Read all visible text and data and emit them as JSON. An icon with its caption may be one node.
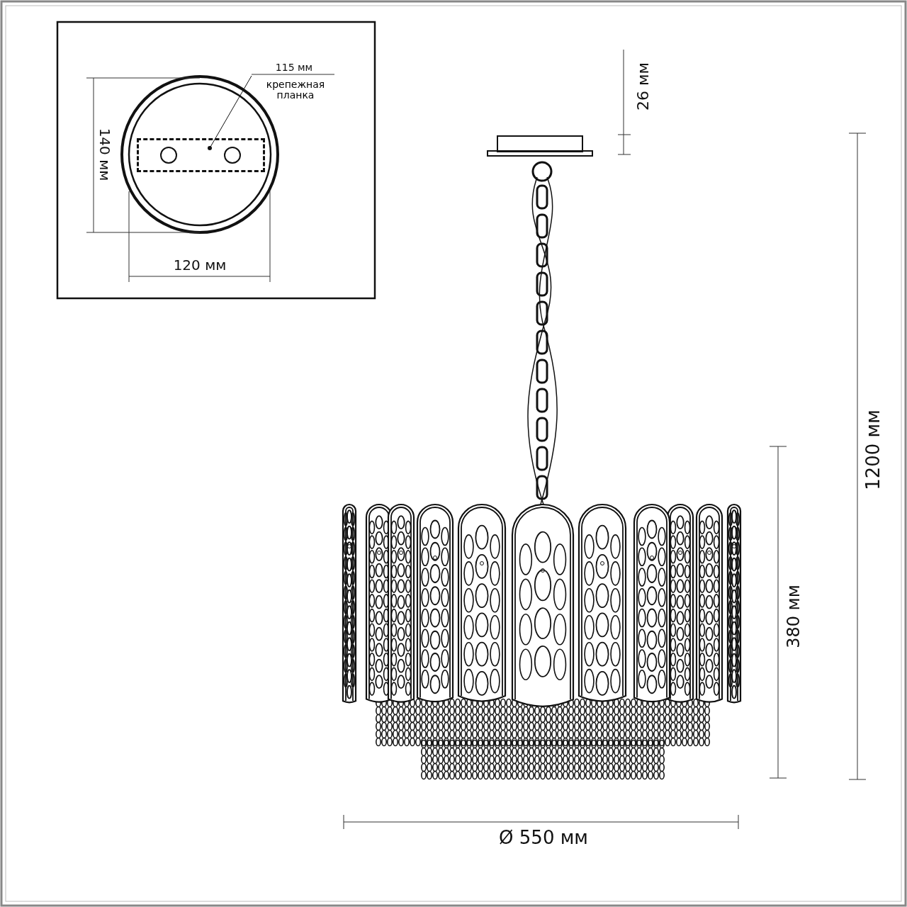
{
  "diagram": {
    "nodes": [
      {
        "text": [
          "крепежная планка"
        ]
      },
      {
        "text": [],
        "shape": "box"
      }
    ],
    "edges": [
      {
        "from": 0,
        "to": 1,
        "arrow": "other"
      }
    ],
    "labels": [
      "115 мм",
      "140 мм",
      "120 мм",
      "26 мм",
      "1200 мм",
      "380 мм",
      "Ø 550 мм"
    ]
  }
}
